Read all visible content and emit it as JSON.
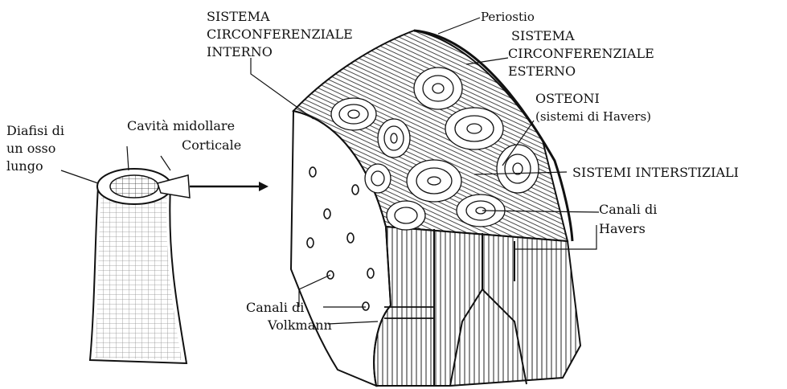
{
  "labels": {
    "diafisi_line1": "Diafisi di",
    "diafisi_line2": "un osso",
    "diafisi_line3": "lungo",
    "cavita": "Cavità midollare",
    "corticale": "Corticale",
    "sci_line1": "SISTEMA",
    "sci_line2": "CIRCONFERENZIALE",
    "sci_line3": "INTERNO",
    "periostio": "Periostio",
    "sce_line1": "SISTEMA",
    "sce_line2": "CIRCONFERENZIALE",
    "sce_line3": "ESTERNO",
    "osteoni_line1": "OSTEONI",
    "osteoni_line2": "(sistemi di Havers)",
    "interstiziali": "SISTEMI INTERSTIZIALI",
    "havers_line1": "Canali di",
    "havers_line2": "Havers",
    "volkmann_line1": "Canali di",
    "volkmann_line2": "Volkmann"
  }
}
